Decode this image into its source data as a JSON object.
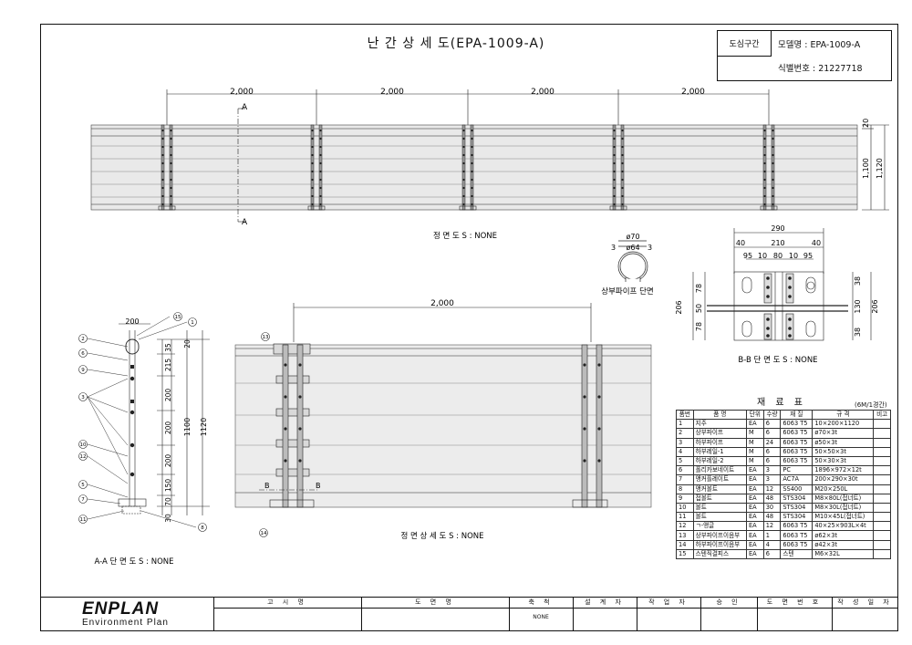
{
  "title": "난 간 상 세 도(EPA-1009-A)",
  "info": {
    "section_label": "도심구간",
    "model_line": "모델명 : EPA-1009-A",
    "id_line": "식별번호 : 21227718"
  },
  "plan_view": {
    "caption": "정 면 도 S : NONE",
    "spans": [
      "2,000",
      "2,000",
      "2,000",
      "2,000"
    ],
    "section_mark": "A",
    "dims": [
      "20",
      "1,100",
      "1,120"
    ]
  },
  "pipe_section": {
    "caption": "상부파이프 단면",
    "dims": [
      "ø70",
      "3",
      "ø64",
      "3"
    ]
  },
  "bb_section": {
    "caption": "B-B 단 면 도 S : NONE",
    "top_dims": [
      "290",
      "40",
      "210",
      "40",
      "95",
      "10",
      "80",
      "10",
      "95"
    ],
    "left_dims": [
      "206",
      "78",
      "50",
      "78"
    ],
    "right_dims": [
      "38",
      "130",
      "38",
      "206"
    ]
  },
  "aa_section": {
    "caption": "A-A 단 면 도 S : NONE",
    "top_dim": "200",
    "dims": [
      "20",
      "35",
      "215",
      "200",
      "200",
      "200",
      "150",
      "70",
      "30",
      "1100",
      "1120"
    ],
    "bubbles": [
      "2",
      "6",
      "9",
      "3",
      "10",
      "12",
      "5",
      "11",
      "7",
      "15",
      "1",
      "8",
      "14",
      "13"
    ]
  },
  "front_detail": {
    "caption": "정 면 상 세 도 S : NONE",
    "span": "2,000",
    "cut_mark": "B"
  },
  "materials": {
    "title": "재 료 표",
    "note": "(6M/1경간)",
    "headers": [
      "품번",
      "품    명",
      "단위",
      "수량",
      "재  질",
      "규    격",
      "비고"
    ],
    "rows": [
      [
        "1",
        "지주",
        "EA",
        "6",
        "6063 T5",
        "10×200×1120",
        ""
      ],
      [
        "2",
        "상부파이프",
        "M",
        "6",
        "6063 T5",
        "ø70×3t",
        ""
      ],
      [
        "3",
        "하부파이프",
        "M",
        "24",
        "6063 T5",
        "ø50×3t",
        ""
      ],
      [
        "4",
        "하부레일-1",
        "M",
        "6",
        "6063 T5",
        "50×50×3t",
        ""
      ],
      [
        "5",
        "하부레일-2",
        "M",
        "6",
        "6063 T5",
        "50×30×3t",
        ""
      ],
      [
        "6",
        "폴리카보네이트",
        "EA",
        "3",
        "PC",
        "1896×972×12t",
        ""
      ],
      [
        "7",
        "앵커플레이트",
        "EA",
        "3",
        "AC7A",
        "200×290×30t",
        ""
      ],
      [
        "8",
        "앵커볼트",
        "EA",
        "12",
        "SS400",
        "M20×250L",
        ""
      ],
      [
        "9",
        "접볼트",
        "EA",
        "48",
        "STS304",
        "M8×80L(접너트)",
        ""
      ],
      [
        "10",
        "볼트",
        "EA",
        "30",
        "STS304",
        "M8×30L(접너트)",
        ""
      ],
      [
        "11",
        "볼트",
        "EA",
        "48",
        "STS304",
        "M10×45L(접너트)",
        ""
      ],
      [
        "12",
        "ㄱ-앵글",
        "EA",
        "12",
        "6063 T5",
        "40×25×903L×4t",
        ""
      ],
      [
        "13",
        "상부파이프이음부",
        "EA",
        "1",
        "6063 T5",
        "ø62×3t",
        ""
      ],
      [
        "14",
        "하부파이프이음부",
        "EA",
        "4",
        "6063 T5",
        "ø42×3t",
        ""
      ],
      [
        "15",
        "스텐직결피스",
        "EA",
        "6",
        "스텐",
        "M6×32L",
        ""
      ]
    ]
  },
  "title_block": {
    "logo_main": "ENPLAN",
    "logo_sub": "Environment Plan",
    "headers": [
      "고 시 명",
      "도 면 명",
      "축 척",
      "설 계 자",
      "작 업 자",
      "승 인",
      "도 면 번 호",
      "작 성 일 자"
    ],
    "scale_value": "NONE"
  }
}
